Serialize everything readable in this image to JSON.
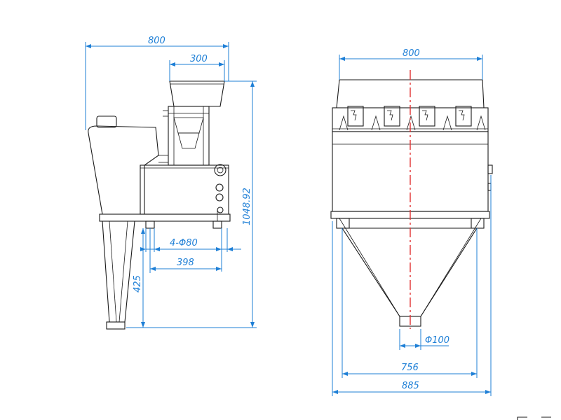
{
  "drawing": {
    "side_view": {
      "overall_width": "800",
      "hopper_width": "300",
      "overall_height": "1048.92",
      "mount_holes": "4-Φ80",
      "hole_spacing": "398",
      "leg_height": "425"
    },
    "front_view": {
      "top_width": "800",
      "outlet_diameter": "Φ100",
      "base_span": "756",
      "overall_width": "885"
    }
  },
  "colors": {
    "dimension": "#1e7fd6",
    "centerline": "#e03030",
    "outline": "#1a1a1a"
  }
}
